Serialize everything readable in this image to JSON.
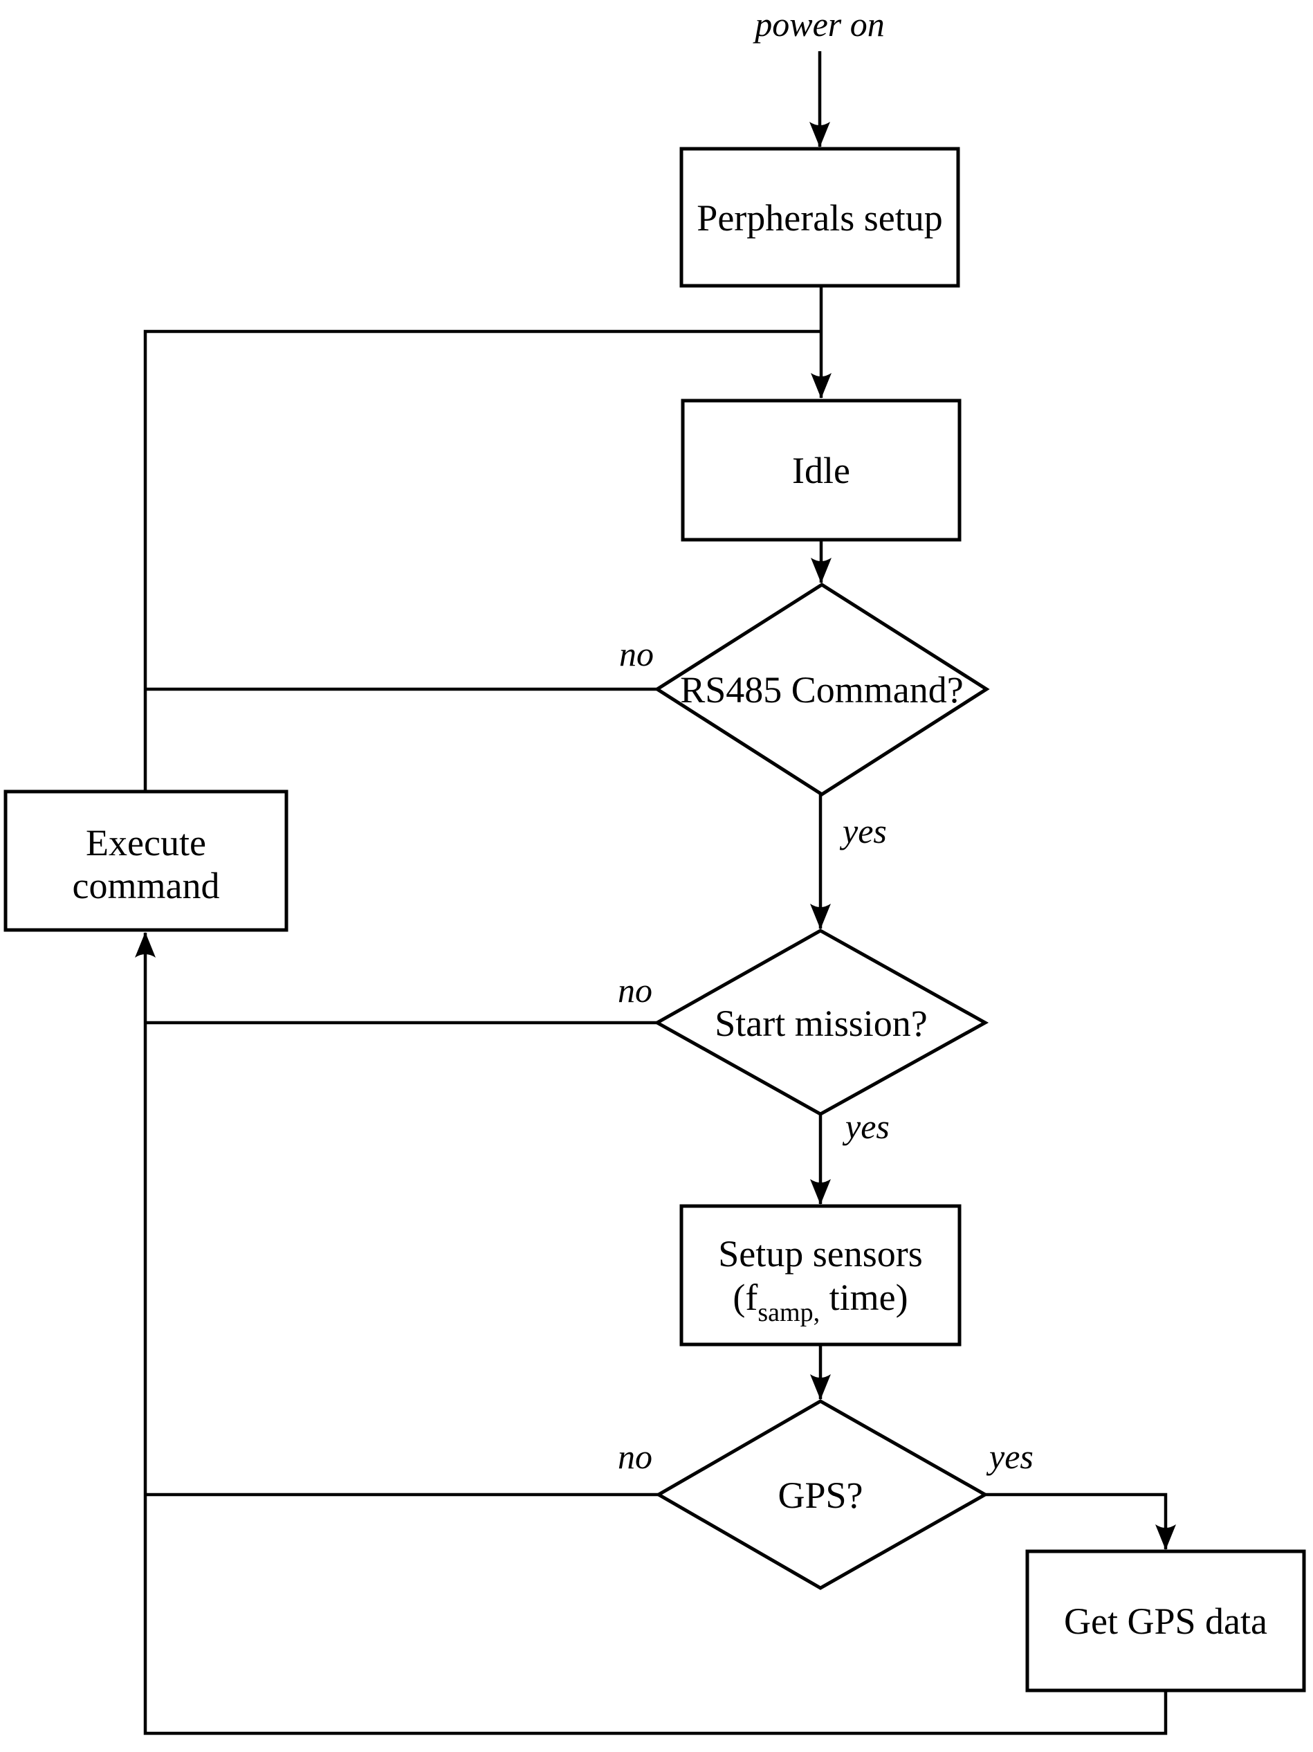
{
  "page": {
    "background": "#ffffff",
    "ink": "#000000"
  },
  "flowchart": {
    "start_label": "power on",
    "nodes": {
      "peripherals_setup": {
        "type": "process",
        "label": "Perpherals setup"
      },
      "idle": {
        "type": "process",
        "label": "Idle"
      },
      "rs485_command": {
        "type": "decision",
        "label": "RS485 Command?"
      },
      "execute_command": {
        "type": "process",
        "label_line1": "Execute",
        "label_line2": "command"
      },
      "start_mission": {
        "type": "decision",
        "label": "Start mission?"
      },
      "setup_sensors": {
        "type": "process",
        "label_line1": "Setup sensors",
        "label_line2_prefix": "(f",
        "label_line2_subscript": "samp,",
        "label_line2_suffix": " time)"
      },
      "gps": {
        "type": "decision",
        "label": "GPS?"
      },
      "get_gps_data": {
        "type": "process",
        "label": "Get GPS data"
      }
    },
    "edge_labels": {
      "rs485_no": "no",
      "rs485_yes": "yes",
      "start_mission_no": "no",
      "start_mission_yes": "yes",
      "gps_no": "no",
      "gps_yes": "yes"
    }
  }
}
